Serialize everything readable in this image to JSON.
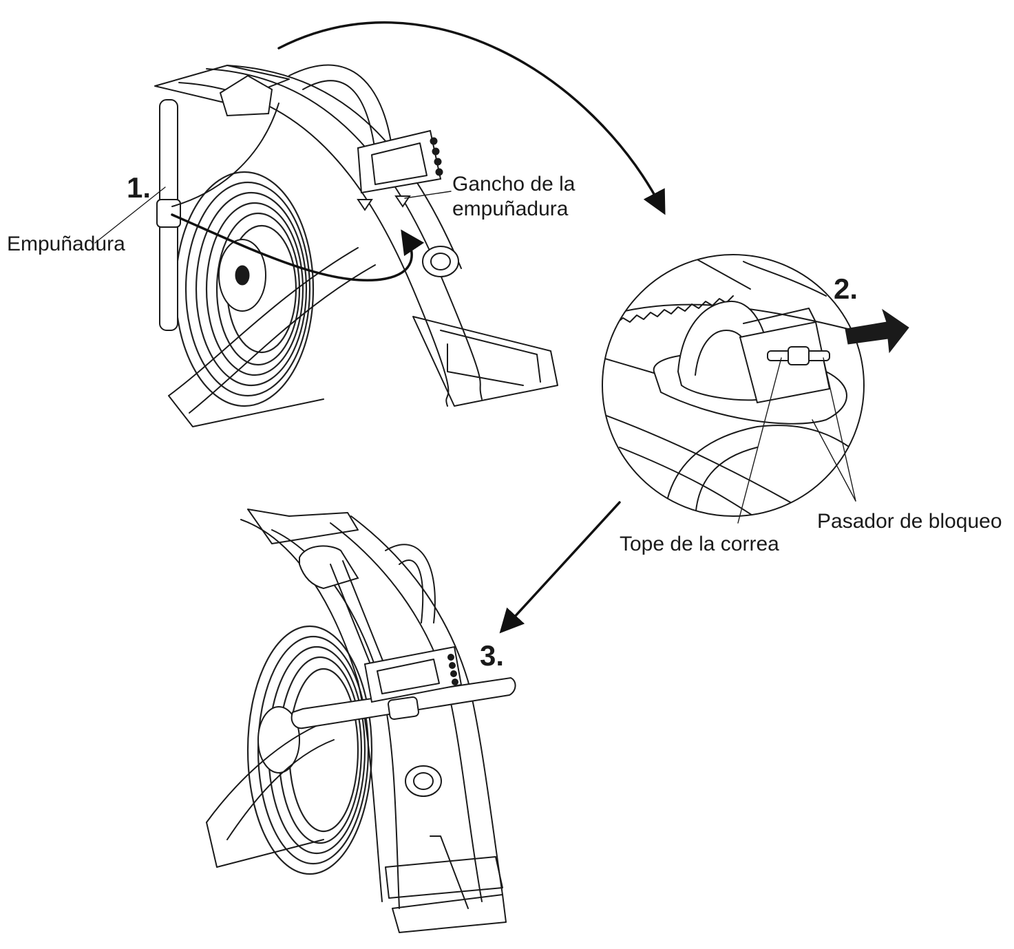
{
  "steps": {
    "s1": "1.",
    "s2": "2.",
    "s3": "3."
  },
  "labels": {
    "handle": "Empuñadura",
    "hook_line1": "Gancho de la",
    "hook_line2": "empuñadura",
    "strap_stop": "Tope de la correa",
    "lock_pin": "Pasador de bloqueo"
  },
  "colors": {
    "ink": "#1a1a1a",
    "background": "#ffffff"
  }
}
